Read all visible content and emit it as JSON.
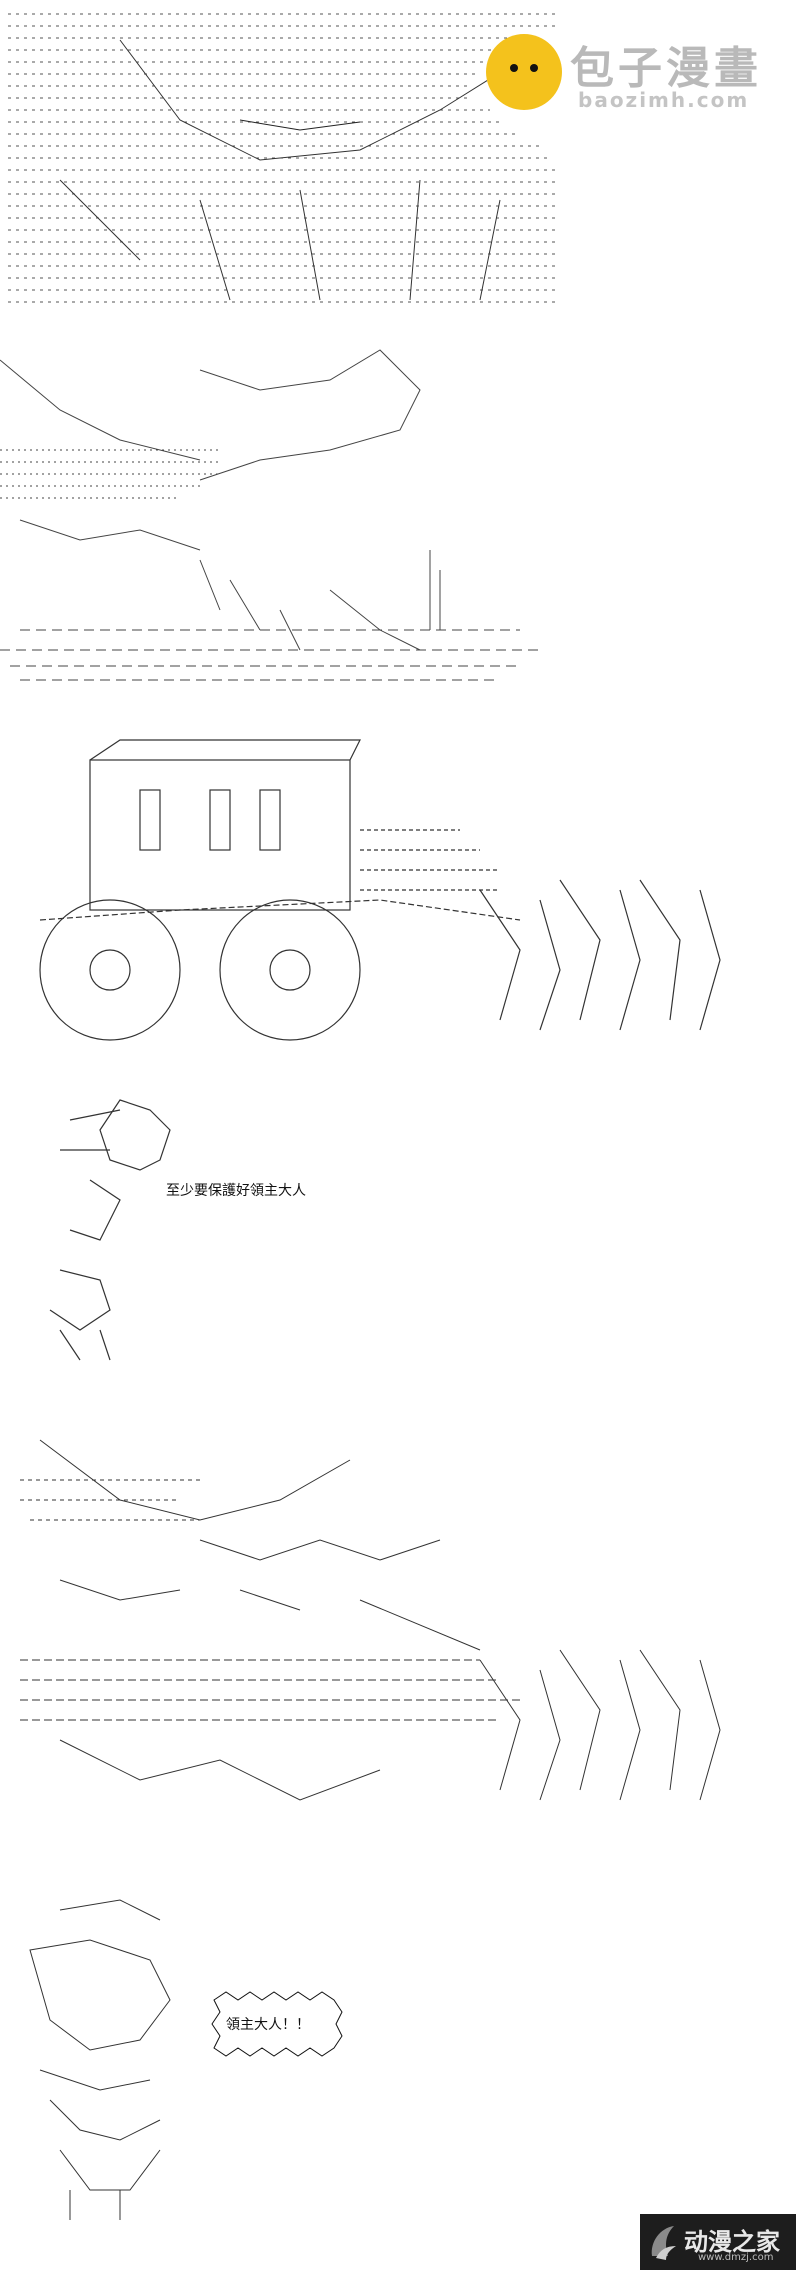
{
  "dialogue": {
    "line_1": "至少要保護好領主大人",
    "line_2": "領主大人！！"
  },
  "watermark_top": {
    "name": "包子漫畫",
    "url": "baozimh.com"
  },
  "watermark_bottom": {
    "name": "动漫之家",
    "url": "www.dmzj.com"
  }
}
